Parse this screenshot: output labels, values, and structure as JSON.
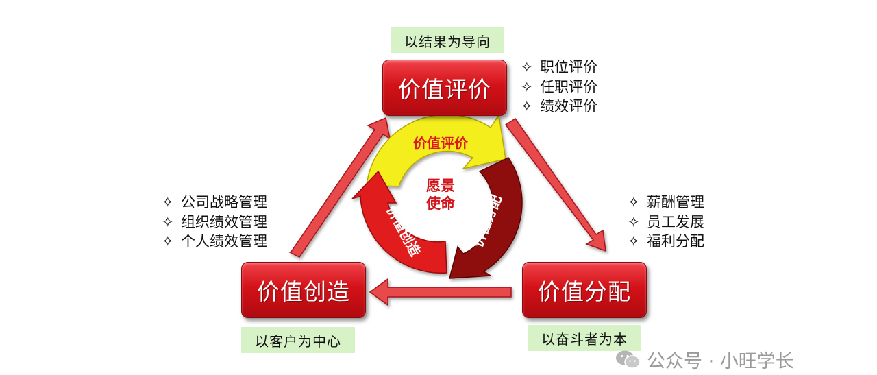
{
  "top_tag": "以结果为导向",
  "left_tag": "以客户为中心",
  "right_tag": "以奋斗者为本",
  "box_evaluate": "价值评价",
  "box_create": "价值创造",
  "box_distribute": "价值分配",
  "bullet_glyph": "✧",
  "bullets_evaluate": [
    "职位评价",
    "任职评价",
    "绩效评价"
  ],
  "bullets_create": [
    "公司战略管理",
    "组织绩效管理",
    "个人绩效管理"
  ],
  "bullets_distribute": [
    "薪酬管理",
    "员工发展",
    "福利分配"
  ],
  "cycle": {
    "center_line1": "愿景",
    "center_line2": "使命",
    "arc_evaluate": "价值评价",
    "arc_distribute": "价值分配",
    "arc_create": "价值创造"
  },
  "watermark": "公众号 · 小旺学长",
  "colors": {
    "red": "#d31218",
    "dark_red": "#8e0d0d",
    "yellow": "#f3ee1a",
    "green_tag": "#d8f2c8"
  }
}
